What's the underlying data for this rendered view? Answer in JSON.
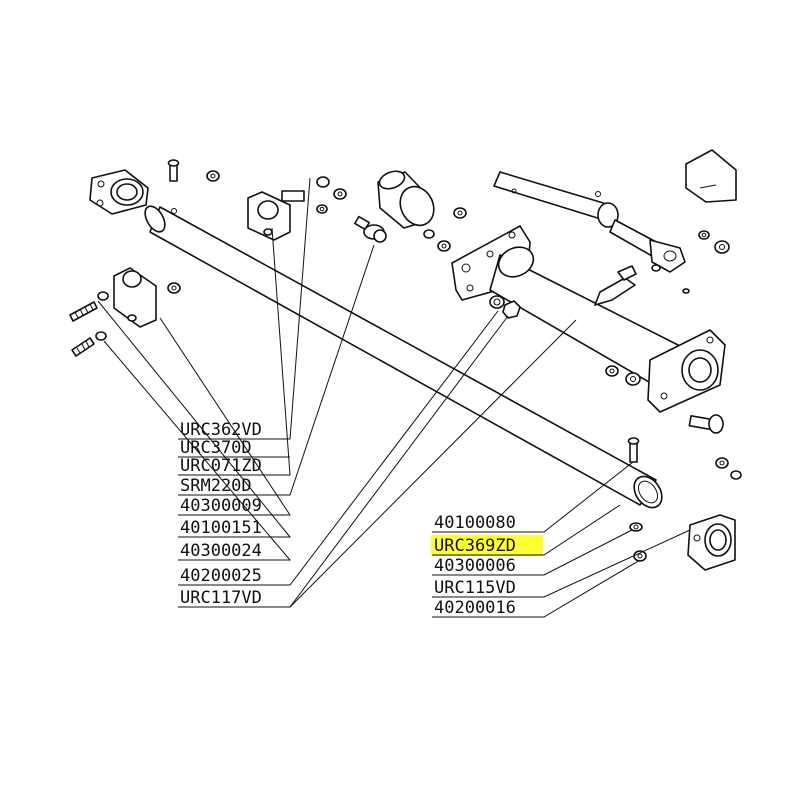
{
  "highlight_color": "#ffff33",
  "highlighted_part": "URC369ZD",
  "left_labels": [
    "URC362VD",
    "URC370D",
    "URC071ZD",
    "SRM220D",
    "40300009",
    "40100151",
    "40300024",
    "40200025",
    "URC117VD"
  ],
  "right_labels": [
    "40100080",
    "URC369ZD",
    "40300006",
    "URC115VD",
    "40200016"
  ]
}
